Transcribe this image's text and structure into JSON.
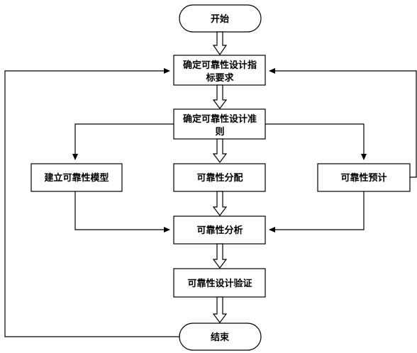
{
  "flowchart": {
    "nodes": {
      "start": "开始",
      "reliability_design_index_line1": "确定可靠性设计指",
      "reliability_design_index_line2": "标要求",
      "reliability_design_criteria_line1": "确定可靠性设计准",
      "reliability_design_criteria_line2": "则",
      "build_reliability_model": "建立可靠性模型",
      "reliability_allocation": "可靠性分配",
      "reliability_prediction": "可靠性预计",
      "reliability_analysis": "可靠性分析",
      "reliability_design_verification": "可靠性设计验证",
      "end": "结束"
    }
  }
}
